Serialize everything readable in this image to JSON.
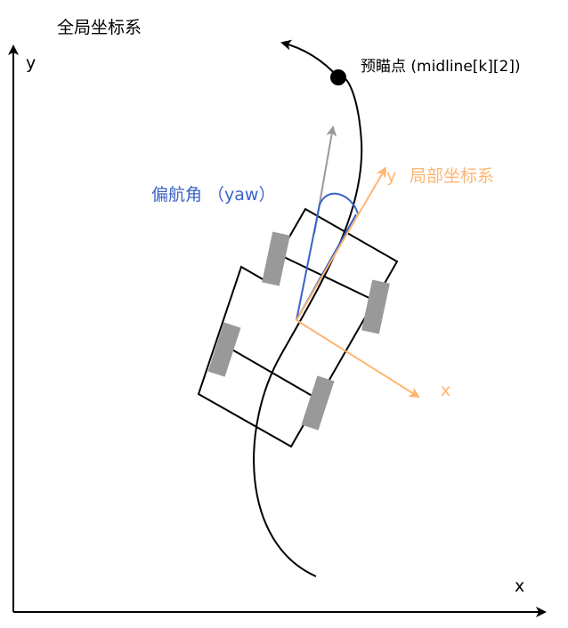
{
  "labels": {
    "global_frame": "全局坐标系",
    "global_y": "y",
    "global_x": "x",
    "lookahead_point": "预瞄点 (midline[k][2])",
    "yaw_angle": "偏航角 （yaw）",
    "local_y": "y",
    "local_frame": "局部坐标系",
    "local_x": "x"
  },
  "colors": {
    "axis": "#000000",
    "path": "#000000",
    "local_axes": "#ffb570",
    "yaw": "#3a63c7",
    "heading": "#999999",
    "wheel": "#999999"
  }
}
